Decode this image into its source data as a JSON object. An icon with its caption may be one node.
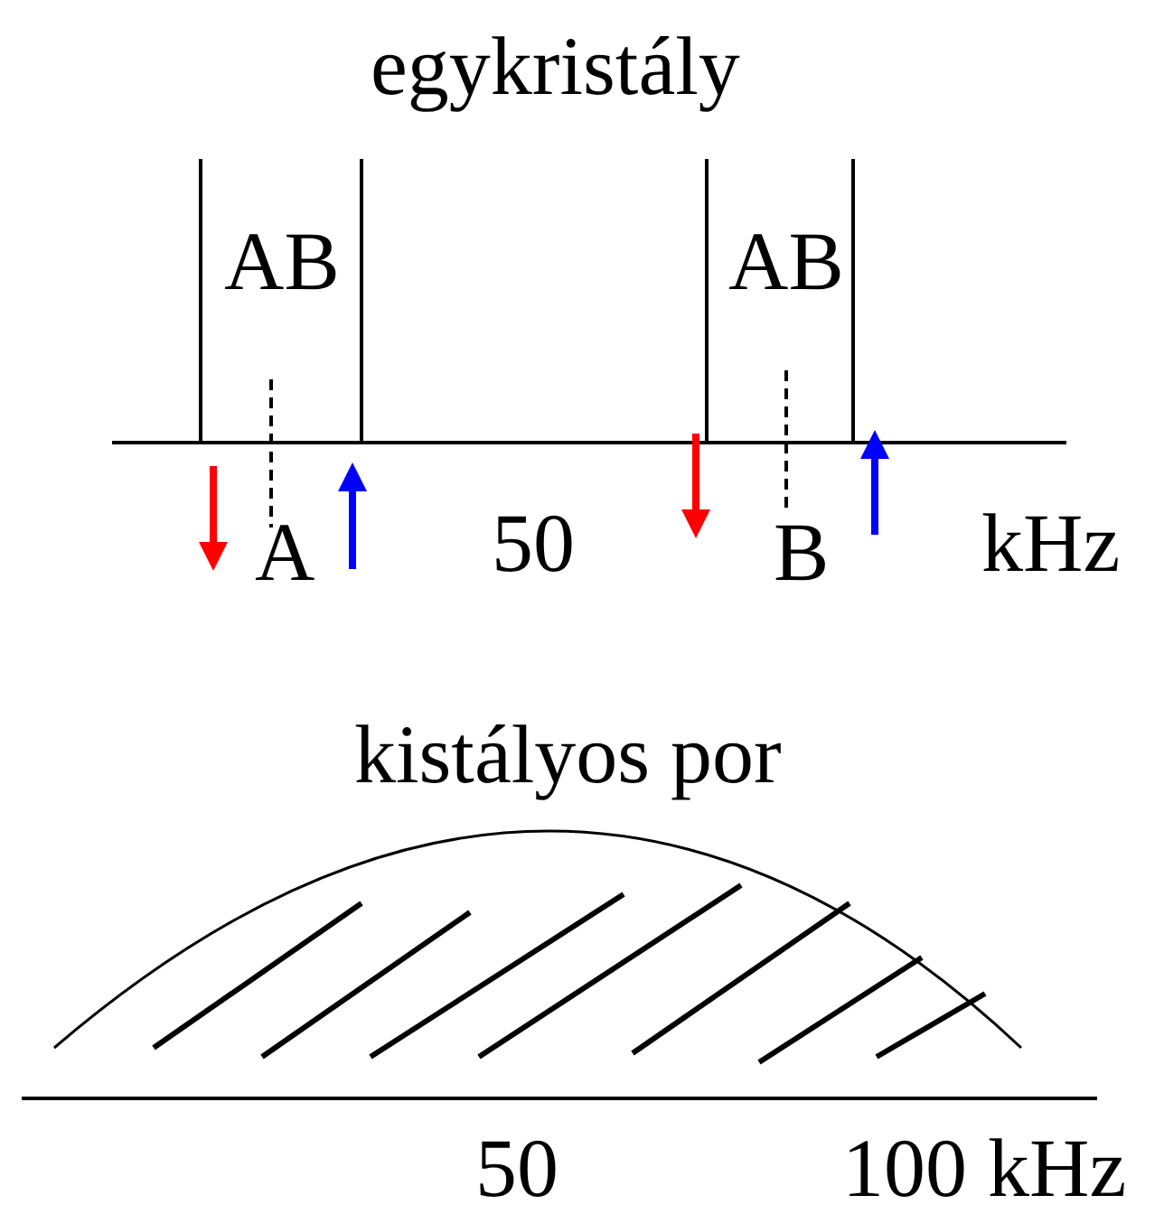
{
  "diagram": {
    "labels": [
      "egykristály",
      "AB",
      "AB",
      "A",
      "50",
      "B",
      "kHz",
      "kistályos por",
      "50",
      "100 kHz"
    ]
  }
}
